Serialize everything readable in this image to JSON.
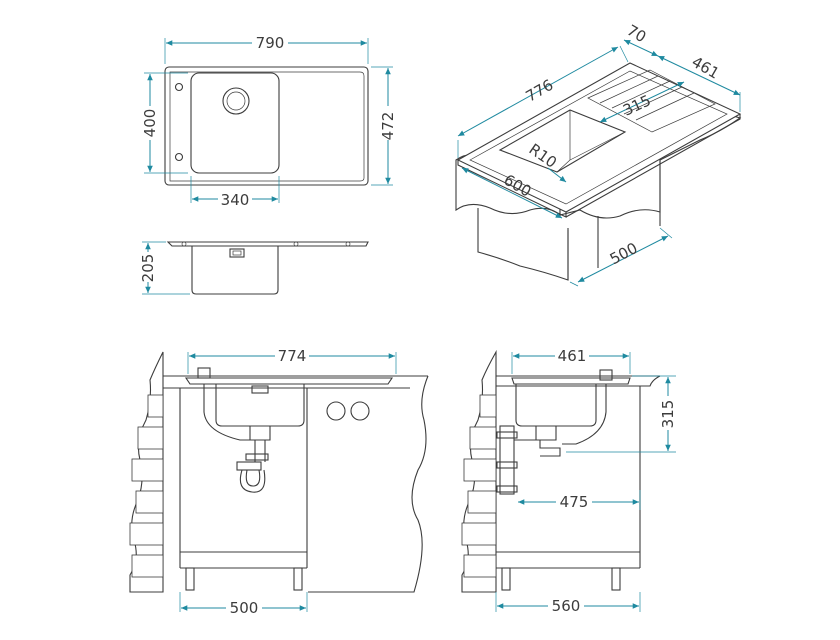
{
  "colors": {
    "dimension": "#1f8aa0",
    "outline": "#3c3c3c",
    "background": "#ffffff"
  },
  "views": {
    "top": {
      "width": "790",
      "depth": "472",
      "bowl_depth": "400",
      "bowl_width": "340"
    },
    "side": {
      "height": "205"
    },
    "iso": {
      "length": "776",
      "edge": "70",
      "depth": "461",
      "drainer": "315",
      "radius": "R10",
      "cabinet_depth": "600",
      "cabinet_width": "500"
    },
    "front": {
      "cutout": "774",
      "cabinet": "500"
    },
    "section": {
      "depth": "461",
      "height": "315",
      "offset": "475",
      "cabinet": "560"
    }
  }
}
